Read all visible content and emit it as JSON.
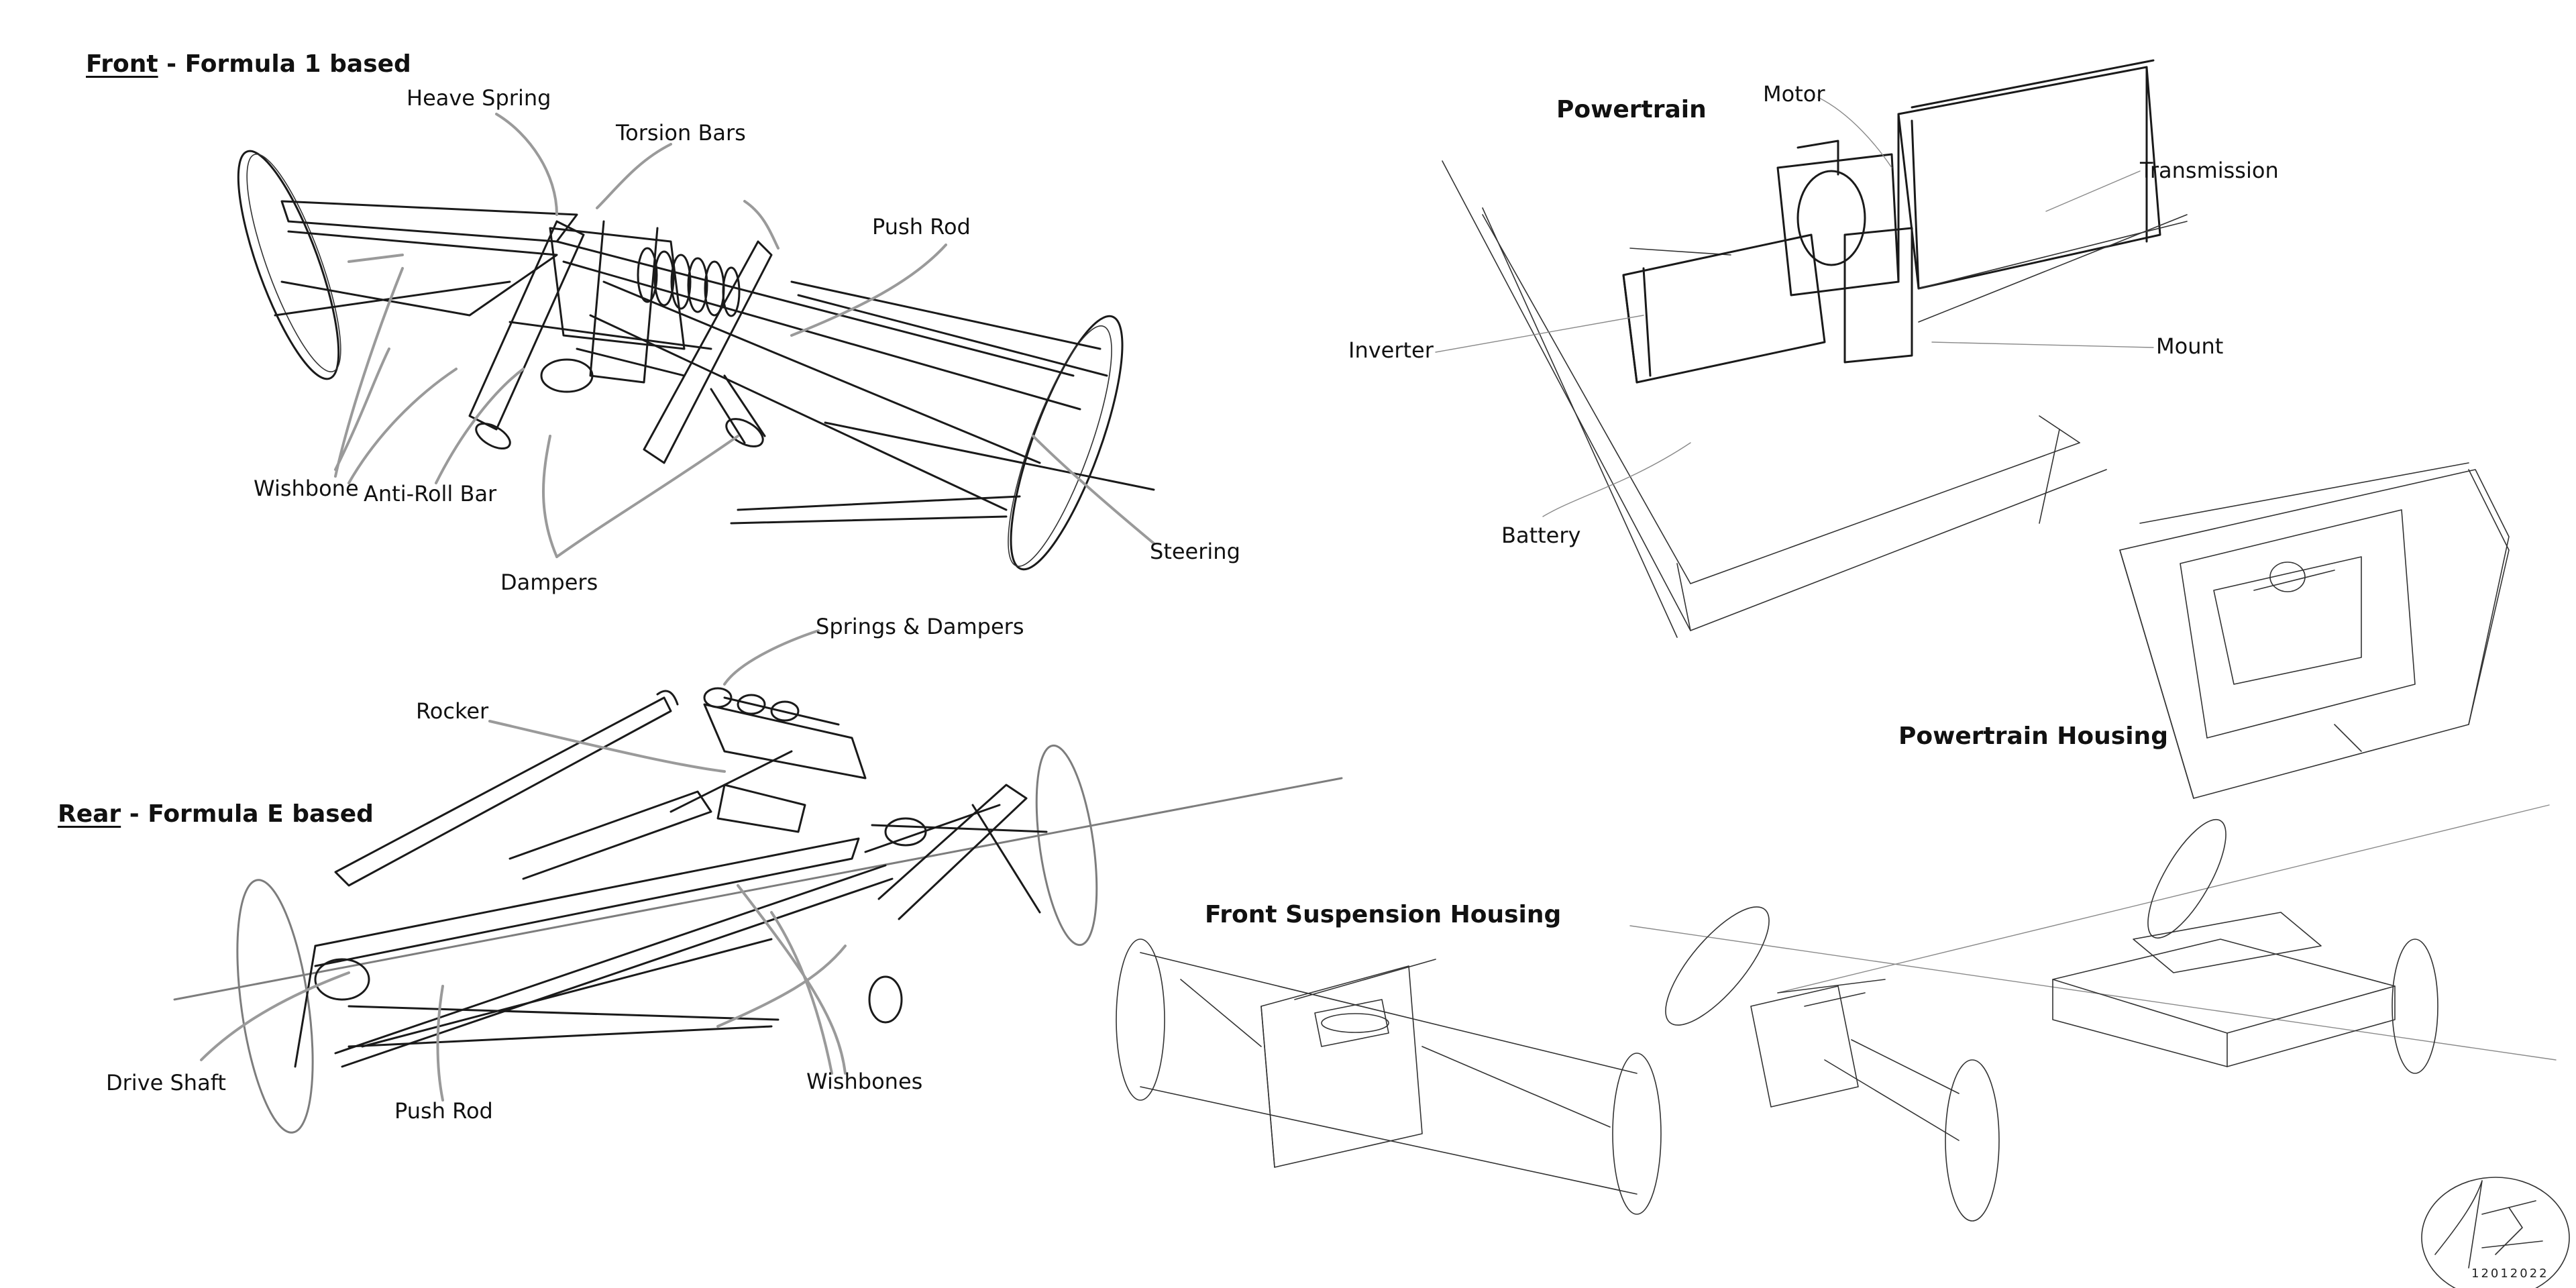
{
  "headings": {
    "front_underlined": "Front",
    "front_rest": " - Formula 1 based",
    "rear_underlined": "Rear",
    "rear_rest": " - Formula E based",
    "powertrain": "Powertrain",
    "powertrain_housing": "Powertrain Housing",
    "front_suspension_housing": "Front Suspension Housing"
  },
  "front_labels": {
    "heave_spring": "Heave Spring",
    "torsion_bars": "Torsion Bars",
    "push_rod": "Push Rod",
    "wishbone": "Wishbone",
    "anti_roll_bar": "Anti-Roll Bar",
    "dampers": "Dampers",
    "steering": "Steering"
  },
  "rear_labels": {
    "springs_dampers": "Springs & Dampers",
    "rocker": "Rocker",
    "drive_shaft": "Drive Shaft",
    "push_rod": "Push Rod",
    "wishbones": "Wishbones"
  },
  "powertrain_labels": {
    "motor": "Motor",
    "transmission": "Transmission",
    "inverter": "Inverter",
    "mount": "Mount",
    "battery": "Battery"
  },
  "signature": {
    "date": "12012022"
  }
}
